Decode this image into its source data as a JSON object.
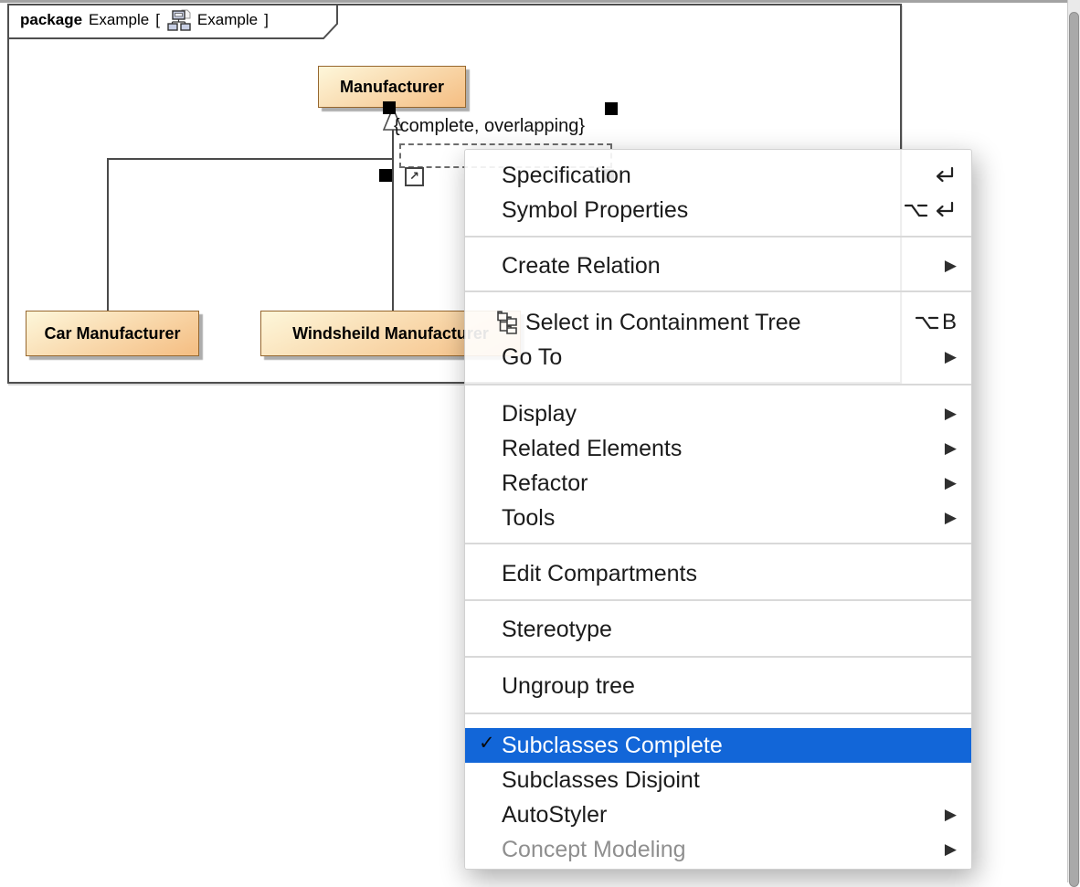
{
  "colors": {
    "selection_blue": "#1266d8",
    "class_fill_top": "#fdf4d6",
    "class_fill_bottom": "#f5c086",
    "class_border": "#96672e",
    "frame_border": "#4f4f4f",
    "menu_disabled": "#8f8f8f"
  },
  "icons": {
    "submenu_arrow": "▶",
    "checkmark": "✓",
    "open_specification": "↗"
  },
  "frame": {
    "keyword": "package",
    "package_name": "Example",
    "open_bracket": "[",
    "diagram_name": "Example",
    "close_bracket": "]"
  },
  "diagram": {
    "constraint_label": "{complete, overlapping}",
    "classes": [
      {
        "name": "Manufacturer"
      },
      {
        "name": "Car Manufacturer"
      },
      {
        "name": "Windsheild Manufacturer"
      }
    ]
  },
  "context_menu": {
    "items": [
      {
        "label": "Specification",
        "shortcut": "return"
      },
      {
        "label": "Symbol Properties",
        "shortcut": "option+return"
      },
      {
        "label": "Create Relation",
        "submenu": true
      },
      {
        "label": "Select in Containment Tree",
        "shortcut": "option+B",
        "shortcut_key": "B",
        "icon": "containment-tree"
      },
      {
        "label": "Go To",
        "submenu": true
      },
      {
        "label": "Display",
        "submenu": true
      },
      {
        "label": "Related Elements",
        "submenu": true
      },
      {
        "label": "Refactor",
        "submenu": true
      },
      {
        "label": "Tools",
        "submenu": true
      },
      {
        "label": "Edit Compartments"
      },
      {
        "label": "Stereotype"
      },
      {
        "label": "Ungroup tree"
      },
      {
        "label": "Subclasses Complete",
        "checked": true,
        "highlighted": true
      },
      {
        "label": "Subclasses Disjoint"
      },
      {
        "label": "AutoStyler",
        "submenu": true
      },
      {
        "label": "Concept Modeling",
        "submenu": true,
        "disabled": true
      }
    ]
  }
}
